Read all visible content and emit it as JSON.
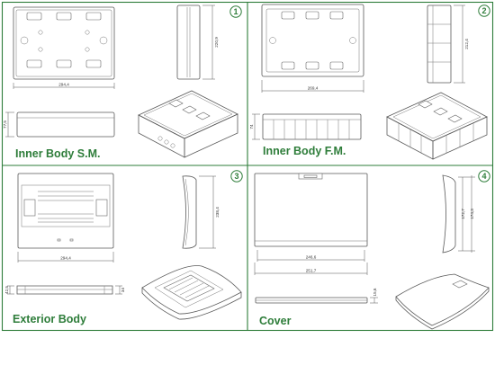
{
  "accent_color": "#2e7d3a",
  "panels": [
    {
      "number": "1",
      "title": "Inner Body S.M.",
      "dims": {
        "width": "294,4",
        "height": "220,9",
        "depth": "77,5"
      }
    },
    {
      "number": "2",
      "title": "Inner Body F.M.",
      "dims": {
        "width": "269,4",
        "height": "212,4",
        "depth": "74"
      }
    },
    {
      "number": "3",
      "title": "Exterior Body",
      "dims": {
        "width": "294,4",
        "height": "238,4",
        "depth_a": "42,5",
        "depth_b": "34"
      }
    },
    {
      "number": "4",
      "title": "Cover",
      "dims": {
        "width_a": "246,6",
        "width_b": "251,7",
        "height_a": "172,7",
        "height_b": "174,3",
        "thickness": "15,6"
      }
    }
  ]
}
